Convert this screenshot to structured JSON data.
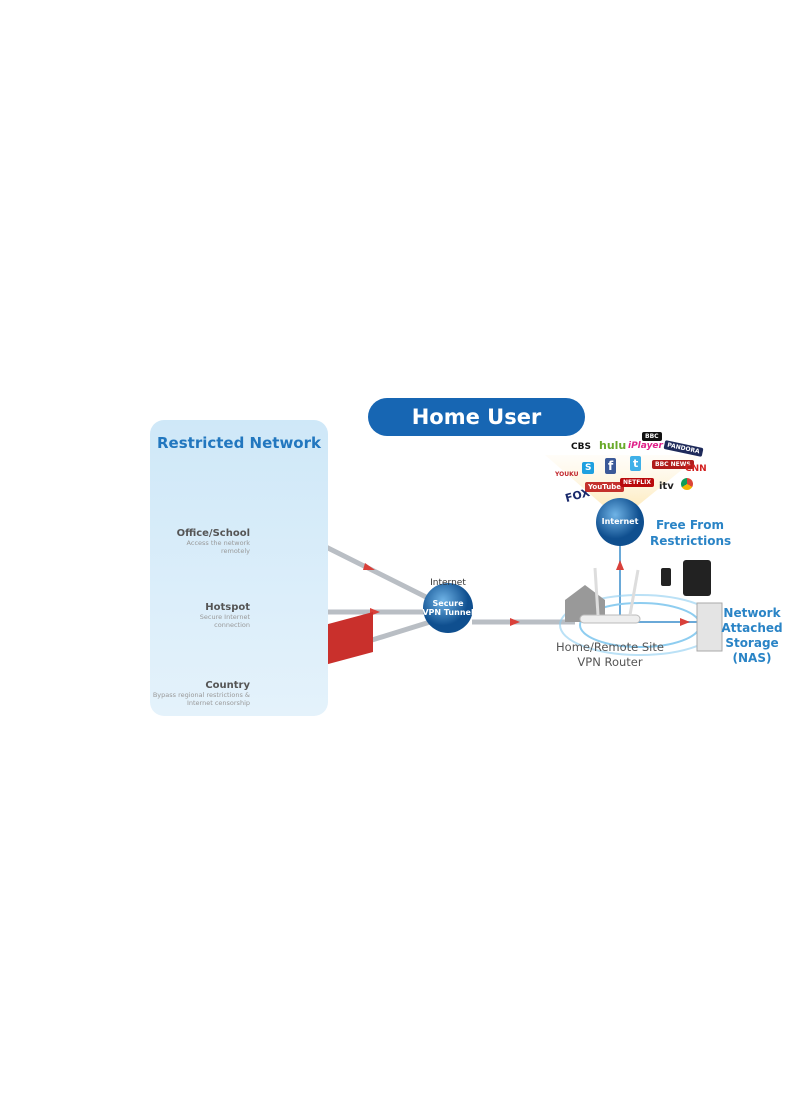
{
  "title": "Home User",
  "restricted": {
    "title": "Restricted Network",
    "locations": [
      {
        "name": "Office/School",
        "desc1": "Access the network",
        "desc2": "remotely"
      },
      {
        "name": "Hotspot",
        "desc1": "Secure Internet",
        "desc2": "connection"
      },
      {
        "name": "Country",
        "desc1": "Bypass regional restrictions &",
        "desc2": "Internet censorship"
      }
    ]
  },
  "tunnel": {
    "label": "Internet",
    "globe_line1": "Secure",
    "globe_line2": "VPN Tunnel"
  },
  "top_globe": "Internet",
  "free": {
    "line1": "Free From",
    "line2": "Restrictions"
  },
  "router": {
    "line1": "Home/Remote Site",
    "line2": "VPN Router"
  },
  "nas": {
    "line1": "Network",
    "line2": "Attached",
    "line3": "Storage",
    "line4": "(NAS)"
  },
  "logos": [
    "CBS",
    "hulu",
    "iPlayer",
    "BBC",
    "PANDORA",
    "S",
    "f",
    "t",
    "BBC NEWS",
    "CNN",
    "YOUKU",
    "FOX",
    "YouTube",
    "NETFLIX",
    "itv"
  ],
  "colors": {
    "accent": "#1766b3",
    "arrow": "#d9403a",
    "link": "#2a84c6"
  }
}
